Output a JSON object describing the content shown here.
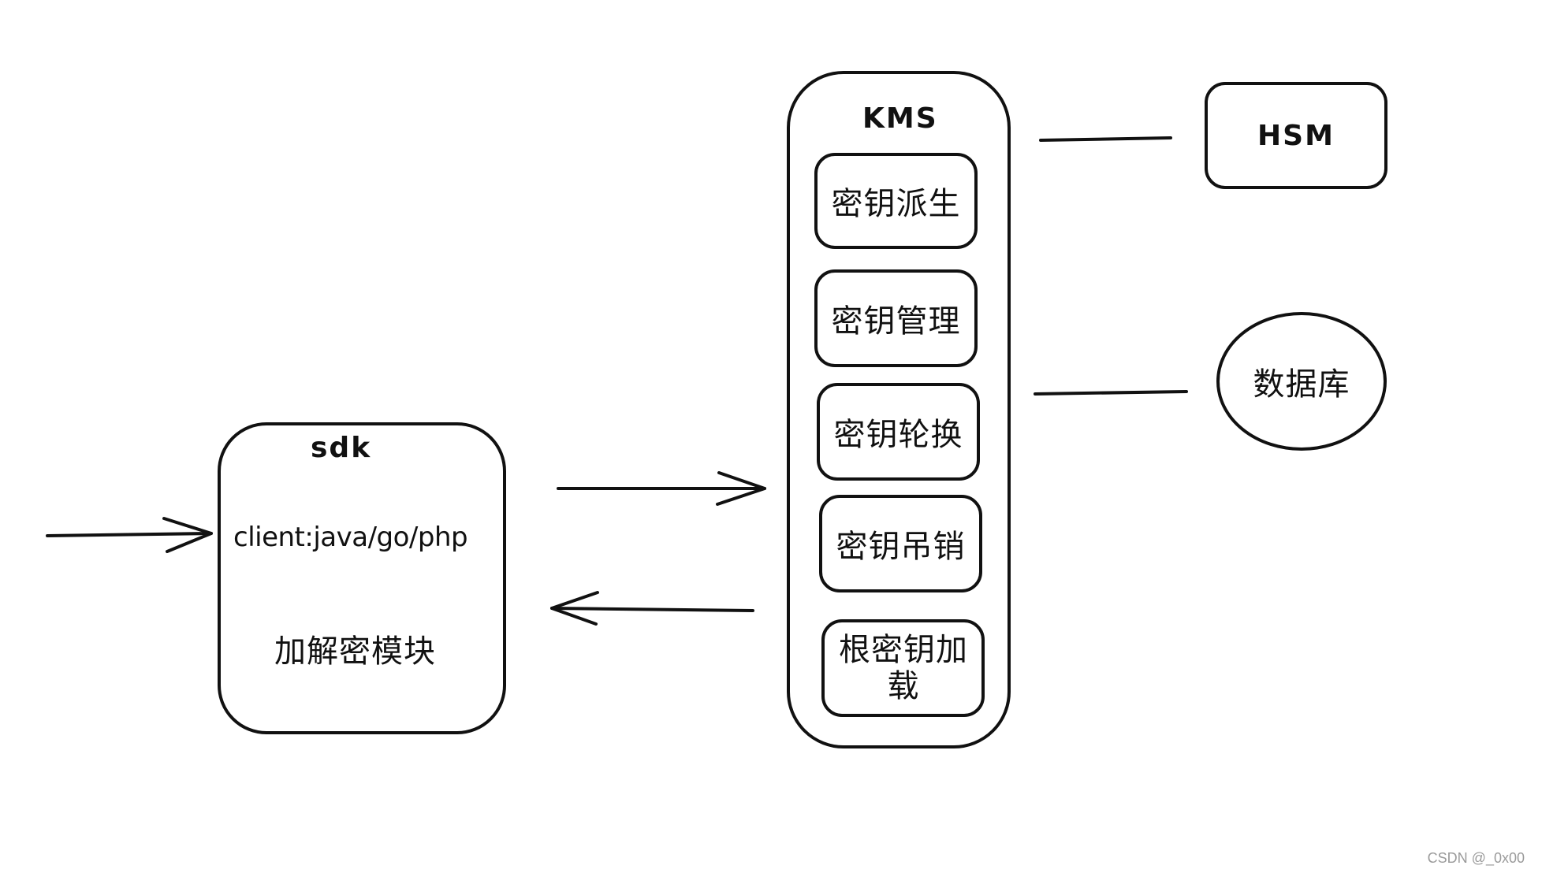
{
  "sdk_box": {
    "title": "sdk",
    "client": "client:java/go/php",
    "module": "加解密模块"
  },
  "kms_box": {
    "title": "KMS",
    "items": [
      "密钥派生",
      "密钥管理",
      "密钥轮换",
      "密钥吊销",
      "根密钥加载"
    ]
  },
  "hsm": {
    "label": "HSM"
  },
  "database": {
    "label": "数据库"
  },
  "watermark": "CSDN @_0x00"
}
